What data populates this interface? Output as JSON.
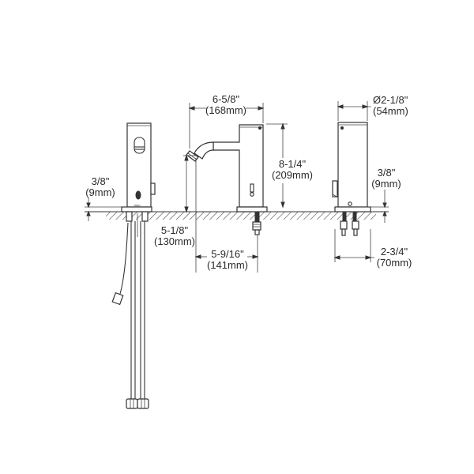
{
  "diagram": {
    "type": "product dimension drawing",
    "subject": "electronic sensor faucet with side control (front, side and rear views)",
    "colors": {
      "line": "#333333",
      "background": "#ffffff",
      "hatch": "#555555"
    },
    "views": [
      {
        "name": "front-view",
        "features": [
          "sensor window",
          "spout aerator",
          "indicator light",
          "side handle",
          "supply hoses",
          "sensor cable with connector"
        ]
      },
      {
        "name": "side-view",
        "features": [
          "spout",
          "indicator light",
          "mounting shank"
        ]
      },
      {
        "name": "rear-view",
        "features": [
          "side handle",
          "mounting shank",
          "supply connections"
        ]
      }
    ],
    "dimensions": {
      "spout_reach": {
        "imperial": "6-5/8\"",
        "metric": "(168mm)"
      },
      "body_diameter": {
        "imperial": "Ø2-1/8\"",
        "metric": "(54mm)"
      },
      "overall_height": {
        "imperial": "8-1/4\"",
        "metric": "(209mm)"
      },
      "base_height_left": {
        "imperial": "3/8\"",
        "metric": "(9mm)"
      },
      "base_height_right": {
        "imperial": "3/8\"",
        "metric": "(9mm)"
      },
      "spout_height": {
        "imperial": "5-1/8\"",
        "metric": "(130mm)"
      },
      "spout_to_center": {
        "imperial": "5-9/16\"",
        "metric": "(141mm)"
      },
      "base_depth": {
        "imperial": "2-3/4\"",
        "metric": "(70mm)"
      }
    }
  }
}
